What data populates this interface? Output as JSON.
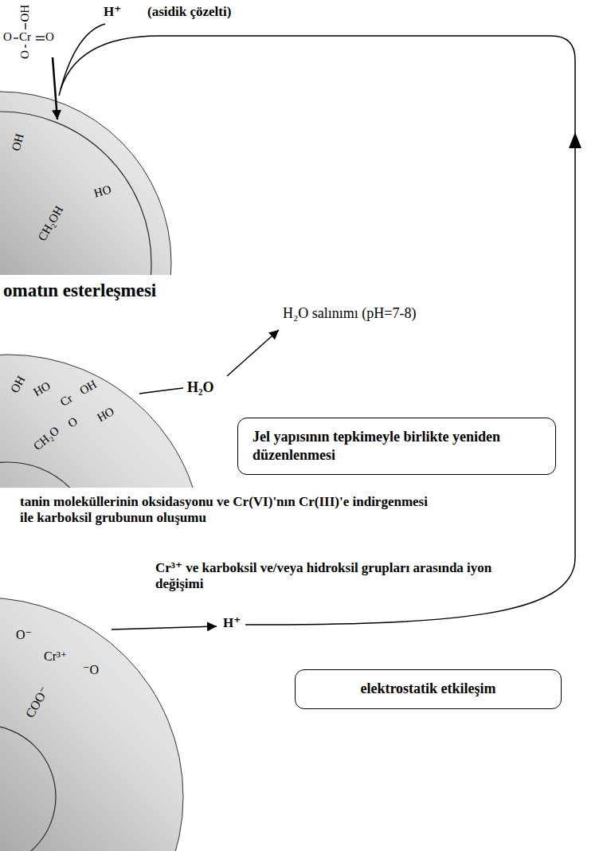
{
  "diagram": {
    "nodes": [
      {
        "text": [
          "Jel yapısının tepkimeyle birlikte yeniden düzenlenmesi"
        ]
      },
      {
        "text": [
          "elektrostatik etkileşim"
        ]
      }
    ],
    "labels": [
      "OH",
      "O",
      "Cr",
      "O",
      "O",
      "H⁺",
      "(asidik çözelti)",
      "OH",
      "HO",
      "CH₂OH",
      "omatın esterleşmesi",
      "H₂O salınımı (pH=7-8)",
      "H₂O",
      "OH",
      "HO",
      "Cr",
      "OH",
      "O",
      "HO",
      "CH₂O",
      "tanin moleküllerinin oksidasyonu ve Cr(VI)'nın Cr(III)'e indirgenmesi ile karboksil grubunun oluşumu",
      "Cr³⁺ ve karboksil ve/veya hidroksil grupları arasında iyon değişimi",
      "H⁺",
      "O⁻",
      "Cr³⁺",
      "⁻O",
      "COO⁻"
    ]
  }
}
